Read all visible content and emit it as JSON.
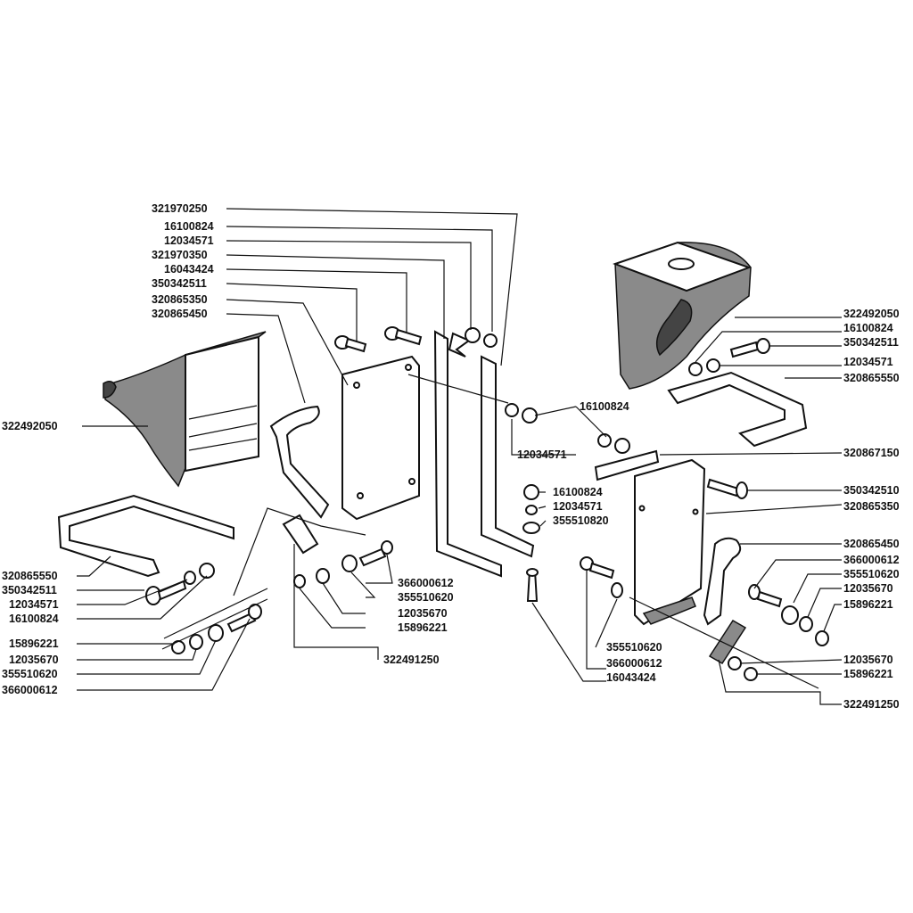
{
  "labels": {
    "l1": "321970250",
    "l2": "16100824",
    "l3": "12034571",
    "l4": "321970350",
    "l5": "16043424",
    "l6": "350342511",
    "l7": "320865350",
    "l8": "320865450",
    "l9": "322492050",
    "l10": "320865550",
    "l11": "350342511",
    "l12": "12034571",
    "l13": "16100824",
    "l14": "15896221",
    "l15": "12035670",
    "l16": "355510620",
    "l17": "366000612",
    "l18": "366000612",
    "l19": "355510620",
    "l20": "12035670",
    "l21": "15896221",
    "l22": "322491250",
    "l23": "16100824",
    "l24": "12034571",
    "l25": "16100824",
    "l26": "12034571",
    "l27": "355510820",
    "l28": "355510620",
    "l29": "366000612",
    "l30": "16043424",
    "r1": "322492050",
    "r2": "16100824",
    "r3": "350342511",
    "r4": "12034571",
    "r5": "320865550",
    "r6": "320867150",
    "r7": "350342510",
    "r8": "320865350",
    "r9": "320865450",
    "r10": "366000612",
    "r11": "355510620",
    "r12": "12035670",
    "r13": "15896221",
    "r14": "12035670",
    "r15": "15896221",
    "r16": "322491250"
  }
}
